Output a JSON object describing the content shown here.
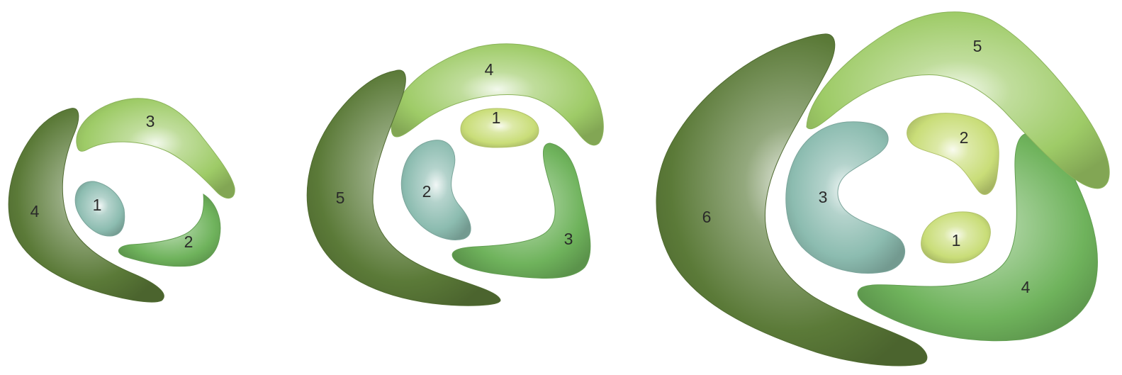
{
  "colors": {
    "pale_yellow_green": "#c9dd78",
    "light_green": "#9ecb67",
    "mid_green": "#6fb35c",
    "dark_green": "#5b7a38",
    "teal": "#8cbcb0"
  },
  "groups": [
    {
      "name": "four-piece-arrangement",
      "pieces": [
        {
          "label": "1",
          "shape": "bean",
          "color": "teal"
        },
        {
          "label": "2",
          "shape": "crescent",
          "color": "mid_green"
        },
        {
          "label": "3",
          "shape": "crescent",
          "color": "light_green"
        },
        {
          "label": "4",
          "shape": "crescent",
          "color": "dark_green"
        }
      ]
    },
    {
      "name": "five-piece-arrangement",
      "pieces": [
        {
          "label": "1",
          "shape": "bean",
          "color": "pale_yellow_green"
        },
        {
          "label": "2",
          "shape": "bean",
          "color": "teal"
        },
        {
          "label": "3",
          "shape": "crescent",
          "color": "mid_green"
        },
        {
          "label": "4",
          "shape": "crescent",
          "color": "light_green"
        },
        {
          "label": "5",
          "shape": "crescent",
          "color": "dark_green"
        }
      ]
    },
    {
      "name": "six-piece-arrangement",
      "pieces": [
        {
          "label": "1",
          "shape": "bean",
          "color": "pale_yellow_green"
        },
        {
          "label": "2",
          "shape": "bean",
          "color": "pale_yellow_green"
        },
        {
          "label": "3",
          "shape": "bean",
          "color": "teal"
        },
        {
          "label": "4",
          "shape": "crescent",
          "color": "mid_green"
        },
        {
          "label": "5",
          "shape": "crescent",
          "color": "light_green"
        },
        {
          "label": "6",
          "shape": "crescent",
          "color": "dark_green"
        }
      ]
    }
  ]
}
